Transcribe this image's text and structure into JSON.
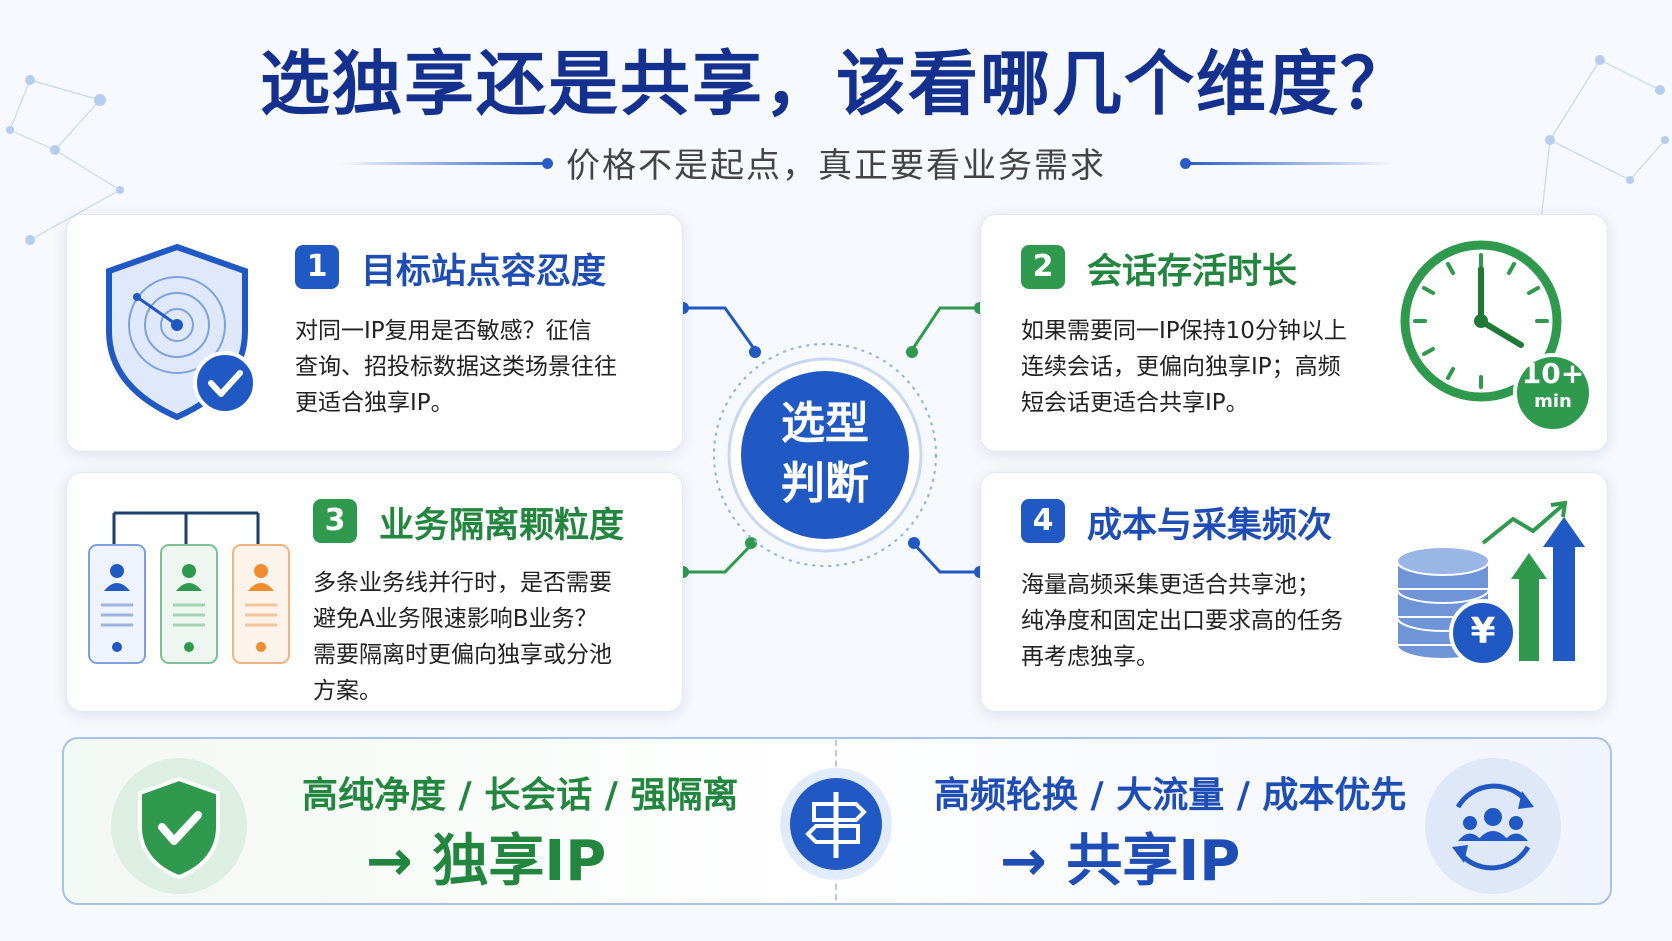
{
  "title": "选独享还是共享，该看哪几个维度？",
  "subtitle": "价格不是起点，真正要看业务需求",
  "center": {
    "line1": "选型",
    "line2": "判断"
  },
  "cards": [
    {
      "number": "1",
      "title": "目标站点容忍度",
      "lines": [
        "对同一IP复用是否敏感？征信",
        "查询、招投标数据这类场景往往",
        "更适合独享IP。"
      ],
      "icon": "shield-radar-check-icon"
    },
    {
      "number": "2",
      "title": "会话存活时长",
      "lines": [
        "如果需要同一IP保持10分钟以上",
        "连续会话，更偏向独享IP；高频",
        "短会话更适合共享IP。"
      ],
      "icon": "clock-icon",
      "badge_main": "10+",
      "badge_sub": "min"
    },
    {
      "number": "3",
      "title": "业务隔离颗粒度",
      "lines": [
        "多条业务线并行时，是否需要",
        "避免A业务限速影响B业务？",
        "需要隔离时更偏向独享或分池",
        "方案。"
      ],
      "icon": "org-chart-users-icon"
    },
    {
      "number": "4",
      "title": "成本与采集频次",
      "lines": [
        "海量高频采集更适合共享池；",
        "纯净度和固定出口要求高的任务",
        "再考虑独享。"
      ],
      "icon": "coins-growth-icon",
      "currency": "¥"
    }
  ],
  "bottom": {
    "left_criteria": "高纯净度 / 长会话 / 强隔离",
    "left_result": "→ 独享IP",
    "right_criteria": "高频轮换 / 大流量 / 成本优先",
    "right_result": "→ 共享IP"
  },
  "colors": {
    "title": "#15318f",
    "blue": "#2159c4",
    "green": "#2f9a4e",
    "orange": "#ef8c2d"
  }
}
